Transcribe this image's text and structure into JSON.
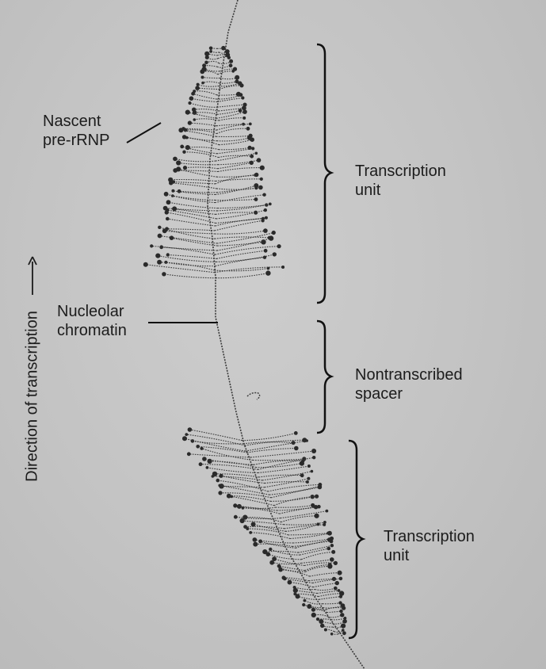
{
  "labels": {
    "nascent": {
      "line1": "Nascent",
      "line2": "pre-rRNP"
    },
    "chromatin": {
      "line1": "Nucleolar",
      "line2": "chromatin"
    },
    "unit_top": {
      "line1": "Transcription",
      "line2": "unit"
    },
    "spacer": {
      "line1": "Nontranscribed",
      "line2": "spacer"
    },
    "unit_bottom": {
      "line1": "Transcription",
      "line2": "unit"
    },
    "direction": "Direction of transcription",
    "arrow": "→"
  },
  "colors": {
    "background": "#c4c4c4",
    "strand": "#3a3a3a",
    "granule": "#2a2a2a",
    "bracket": "#111111",
    "text": "#1c1c1c"
  }
}
